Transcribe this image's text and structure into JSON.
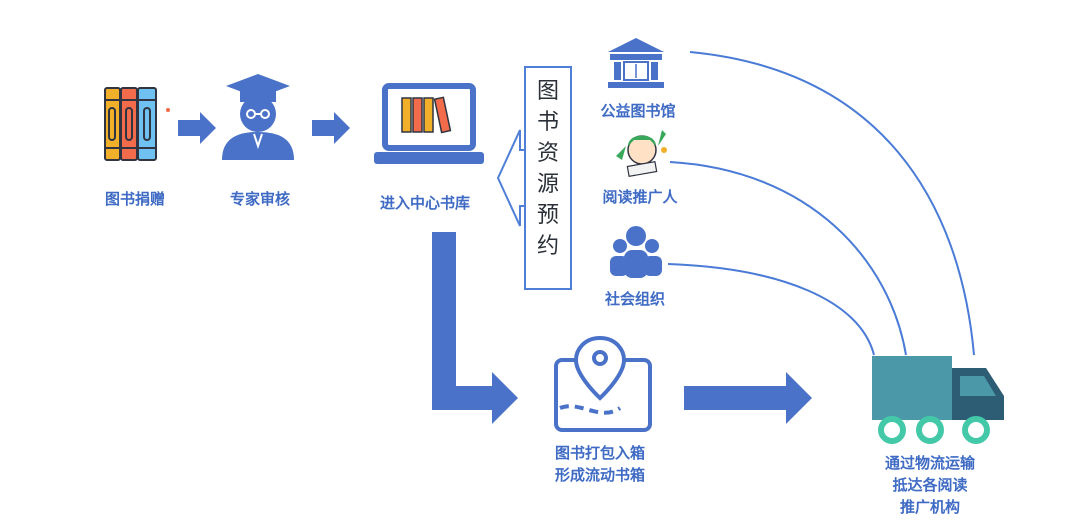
{
  "steps": {
    "donate": "图书捐赠",
    "review": "专家审核",
    "library": "进入中心书库"
  },
  "reservation_box": [
    "图",
    "书",
    "资",
    "源",
    "预",
    "约"
  ],
  "recipients": {
    "public_library": "公益图书馆",
    "reading_promoter": "阅读推广人",
    "social_org": "社会组织"
  },
  "packing": {
    "line1": "图书打包入箱",
    "line2": "形成流动书箱"
  },
  "delivery": {
    "line1": "通过物流运输",
    "line2": "抵达各阅读",
    "line3": "推广机构"
  },
  "colors": {
    "arrow": "#4a72c8",
    "label": "#3f6bc4",
    "truck": "#4a98a8",
    "wheel": "#44c9a8",
    "curve": "#4a7bd6"
  }
}
